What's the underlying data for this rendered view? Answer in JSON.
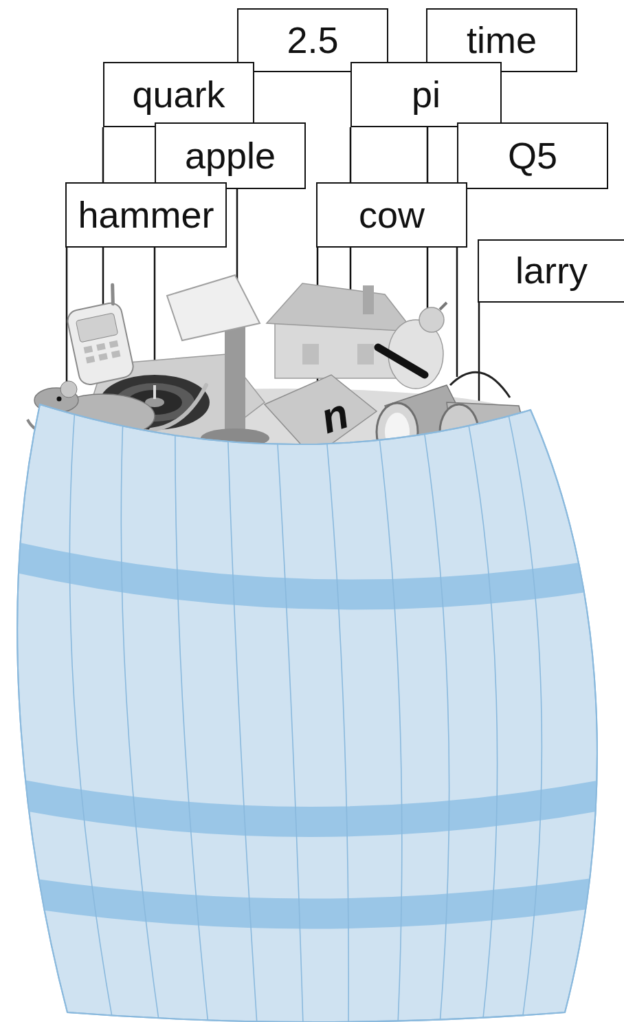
{
  "diagram": {
    "nodes": [
      {
        "text": [
          "2.5"
        ]
      },
      {
        "text": [
          "time"
        ]
      },
      {
        "text": [
          "quark"
        ]
      },
      {
        "text": [
          "pi"
        ]
      },
      {
        "text": [
          "apple"
        ]
      },
      {
        "text": [
          "Q5"
        ]
      },
      {
        "text": [
          "hammer"
        ]
      },
      {
        "text": [
          "cow"
        ]
      },
      {
        "text": [
          "larry"
        ]
      }
    ],
    "labels": [
      "n"
    ]
  }
}
